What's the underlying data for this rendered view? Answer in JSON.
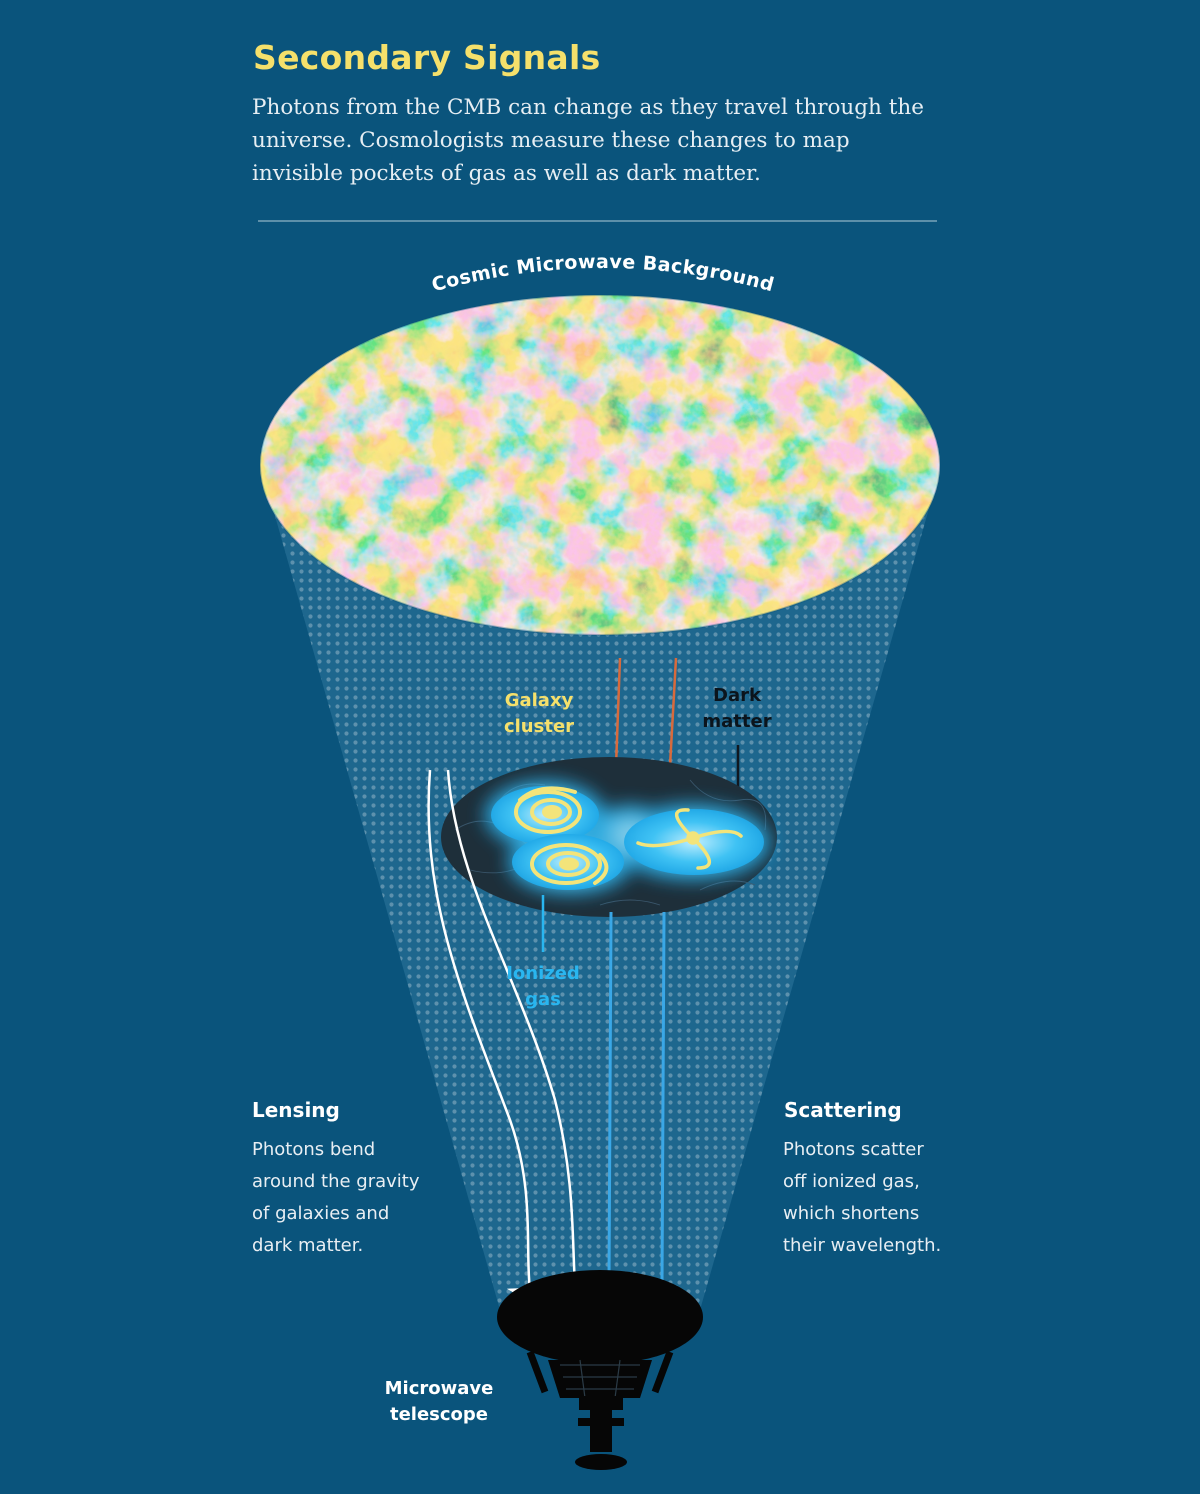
{
  "title": "Secondary Signals",
  "intro_lines": [
    "Photons from the CMB can change as they travel through the",
    "universe. Cosmologists  measure these changes to map",
    "invisible pockets of gas as well as dark matter."
  ],
  "labels": {
    "cmb": "Cosmic Microwave Background",
    "galaxy_cluster": [
      "Galaxy",
      "cluster"
    ],
    "dark_matter": [
      "Dark",
      "matter"
    ],
    "ionized_gas": [
      "Ionized",
      "gas"
    ],
    "telescope": [
      "Microwave",
      "telescope"
    ]
  },
  "lensing": {
    "heading": "Lensing",
    "lines": [
      "Photons bend",
      "around the gravity",
      "of galaxies and",
      "dark matter."
    ]
  },
  "scattering": {
    "heading": "Scattering",
    "lines": [
      "Photons scatter",
      "off ionized gas,",
      "which shortens",
      "their wavelength."
    ]
  },
  "colors": {
    "background": "#0a547c",
    "title": "#f5e06b",
    "galaxy": "#f3e47a",
    "ionized_gas": "#29b6f0",
    "cmb_red": "#d9762c",
    "cmb_blue": "#1f6fd6",
    "cmb_base": "#8fc3d4",
    "lensing_path": "#ffffff",
    "scatter_path": "#3aa7e6",
    "unscattered": "#d86a3c"
  }
}
